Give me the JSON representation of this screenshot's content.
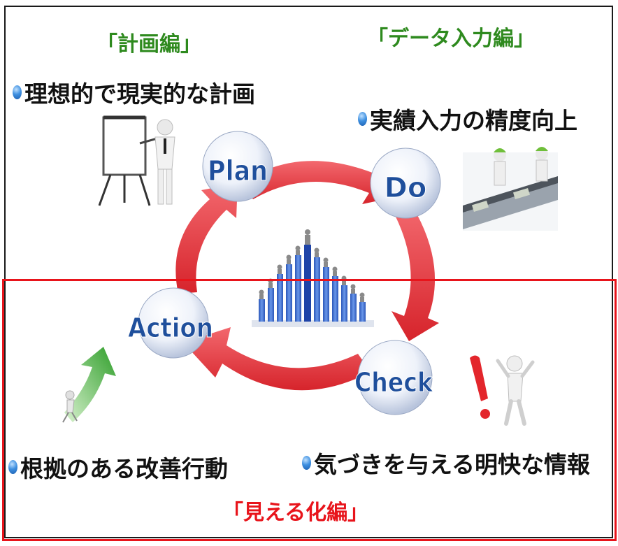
{
  "headers": {
    "plan": "「計画編」",
    "data_input": "「データ入力編」",
    "visualize": "「見える化編」"
  },
  "bullets": {
    "plan": "理想的で現実的な計画",
    "do": "実績入力の精度向上",
    "action": "根拠のある改善行動",
    "check": "気づきを与える明快な情報"
  },
  "cycle": {
    "plan": "Plan",
    "do": "Do",
    "check": "Check",
    "action": "Action"
  },
  "colors": {
    "header_green": "#2e8a1e",
    "header_red": "#e8141b",
    "arrow_red": "#e32a2f",
    "phase_text": "#1f4f9c",
    "bars_blue": "#3b6fd0"
  },
  "icons": {
    "plan": "presenter-at-flipchart-icon",
    "do": "workers-at-conveyor-icon",
    "check": "exclamation-figure-icon",
    "action": "runner-with-green-arrow-icon",
    "center": "bar-chart-with-figures-icon"
  }
}
